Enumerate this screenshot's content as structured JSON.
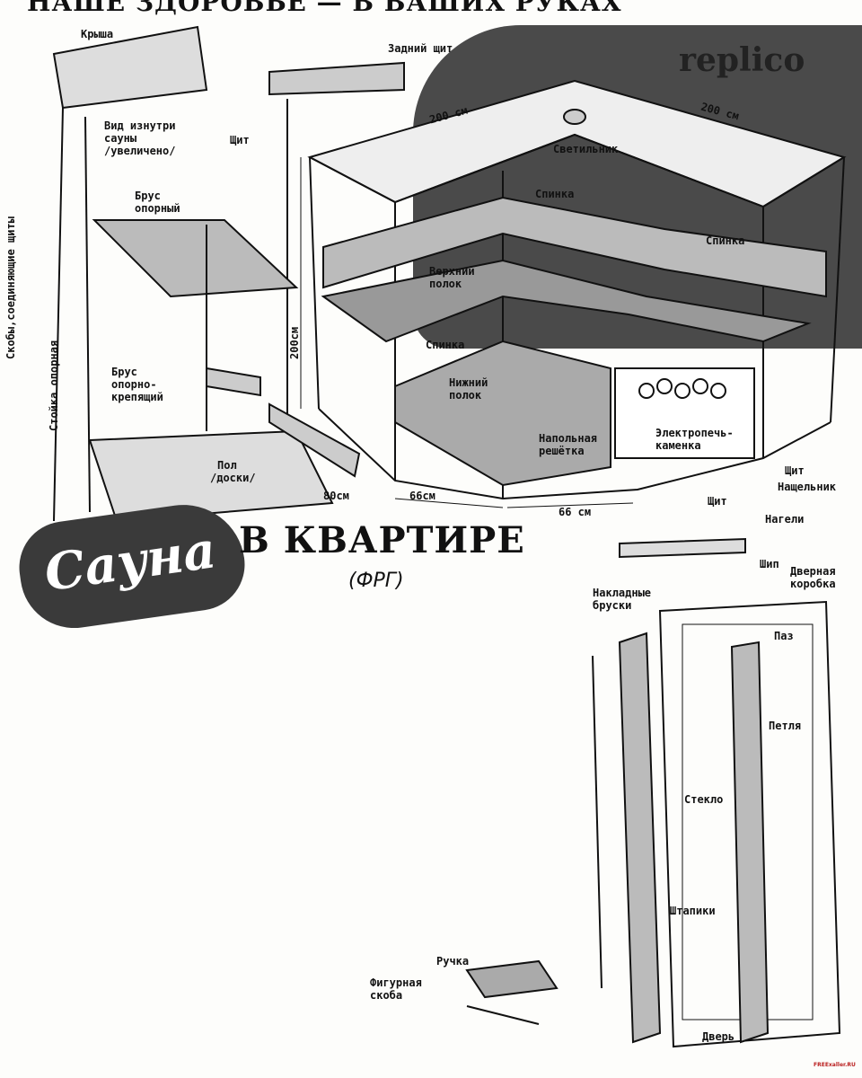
{
  "header": "НАШЕ ЗДОРОВЬЕ — В ВАШИХ РУКАХ",
  "watermark": "replico",
  "title": {
    "script": "Сауна",
    "main": "В КВАРТИРЕ",
    "country": "(ФРГ)"
  },
  "labels": {
    "roof": "Крыша",
    "back_panel": "Задний щит",
    "inside_view": [
      "Вид изнутри",
      "сауны",
      "/увеличено/"
    ],
    "panel_left": "Щит",
    "support_beam": [
      "Брус",
      "опорный"
    ],
    "brackets": "Скобы,соединяющие щиты",
    "support_post": "Стойка опорная",
    "support_fix_beam": [
      "Брус",
      "опорно-",
      "крепящий"
    ],
    "floor": [
      "Пол",
      "/доски/"
    ],
    "dim_80": "80см",
    "dim_200_top_left": "200 см",
    "dim_200_top_right": "200 см",
    "dim_200_height": "200см",
    "dim_66_left": "66см",
    "dim_66_right": "66 см",
    "lamp": "Светильник",
    "backrest_top": "Спинка",
    "backrest_right": "Спинка",
    "backrest_left": "Спинка",
    "upper_shelf": [
      "Верхний",
      "полок"
    ],
    "lower_shelf": [
      "Нижний",
      "полок"
    ],
    "floor_grate": [
      "Напольная",
      "решётка"
    ],
    "heater": [
      "Электропечь-",
      "каменка"
    ],
    "panel_right": "Щит",
    "panel_bottom": "Щит",
    "trim": "Нащельник",
    "pegs": "Нагели",
    "tenon": "Шип",
    "door_frame": [
      "Дверная",
      "коробка"
    ],
    "overlay_bars": [
      "Накладные",
      "бруски"
    ],
    "groove": "Паз",
    "hinge": "Петля",
    "glass": "Стекло",
    "beads": "Штапики",
    "handle": "Ручка",
    "shaped_bracket": [
      "Фигурная",
      "скоба"
    ],
    "door": "Дверь"
  },
  "credit": "FREExaller.RU"
}
